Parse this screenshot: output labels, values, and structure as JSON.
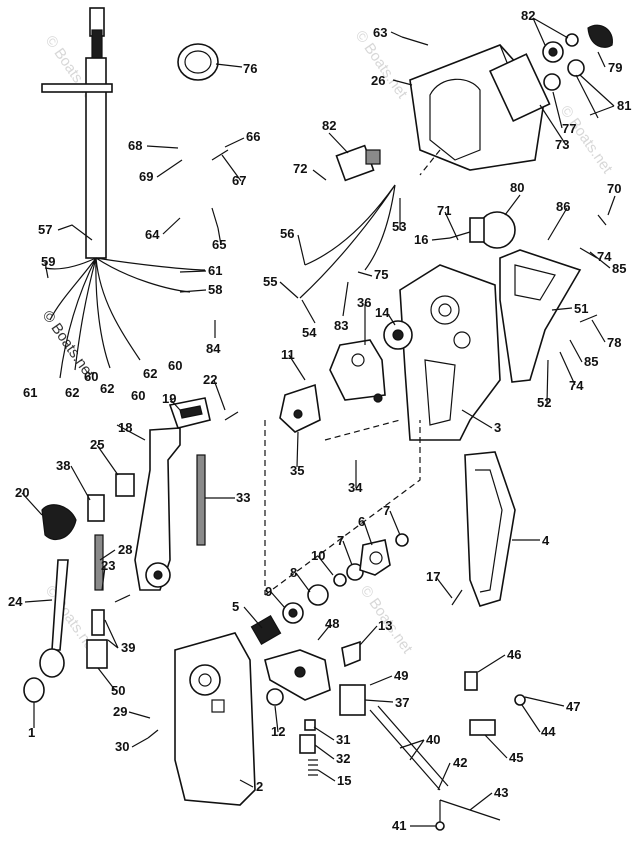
{
  "callouts": [
    {
      "id": "c1",
      "text": "1"
    },
    {
      "id": "c2",
      "text": "2"
    },
    {
      "id": "c3",
      "text": "3"
    },
    {
      "id": "c4",
      "text": "4"
    },
    {
      "id": "c5",
      "text": "5"
    },
    {
      "id": "c6",
      "text": "6"
    },
    {
      "id": "c7a",
      "text": "7"
    },
    {
      "id": "c7b",
      "text": "7"
    },
    {
      "id": "c8",
      "text": "8"
    },
    {
      "id": "c9",
      "text": "9"
    },
    {
      "id": "c10",
      "text": "10"
    },
    {
      "id": "c11",
      "text": "11"
    },
    {
      "id": "c12",
      "text": "12"
    },
    {
      "id": "c13",
      "text": "13"
    },
    {
      "id": "c14",
      "text": "14"
    },
    {
      "id": "c15",
      "text": "15"
    },
    {
      "id": "c16",
      "text": "16"
    },
    {
      "id": "c17",
      "text": "17"
    },
    {
      "id": "c18",
      "text": "18"
    },
    {
      "id": "c19",
      "text": "19"
    },
    {
      "id": "c20",
      "text": "20"
    },
    {
      "id": "c22",
      "text": "22"
    },
    {
      "id": "c23",
      "text": "23"
    },
    {
      "id": "c24",
      "text": "24"
    },
    {
      "id": "c25",
      "text": "25"
    },
    {
      "id": "c26",
      "text": "26"
    },
    {
      "id": "c28",
      "text": "28"
    },
    {
      "id": "c29",
      "text": "29"
    },
    {
      "id": "c30",
      "text": "30"
    },
    {
      "id": "c31",
      "text": "31"
    },
    {
      "id": "c32",
      "text": "32"
    },
    {
      "id": "c33",
      "text": "33"
    },
    {
      "id": "c34",
      "text": "34"
    },
    {
      "id": "c35",
      "text": "35"
    },
    {
      "id": "c36",
      "text": "36"
    },
    {
      "id": "c37",
      "text": "37"
    },
    {
      "id": "c38",
      "text": "38"
    },
    {
      "id": "c39",
      "text": "39"
    },
    {
      "id": "c40",
      "text": "40"
    },
    {
      "id": "c41",
      "text": "41"
    },
    {
      "id": "c42",
      "text": "42"
    },
    {
      "id": "c43",
      "text": "43"
    },
    {
      "id": "c44",
      "text": "44"
    },
    {
      "id": "c45",
      "text": "45"
    },
    {
      "id": "c46",
      "text": "46"
    },
    {
      "id": "c47",
      "text": "47"
    },
    {
      "id": "c48",
      "text": "48"
    },
    {
      "id": "c49",
      "text": "49"
    },
    {
      "id": "c50",
      "text": "50"
    },
    {
      "id": "c51",
      "text": "51"
    },
    {
      "id": "c52",
      "text": "52"
    },
    {
      "id": "c53",
      "text": "53"
    },
    {
      "id": "c54",
      "text": "54"
    },
    {
      "id": "c55",
      "text": "55"
    },
    {
      "id": "c56",
      "text": "56"
    },
    {
      "id": "c57",
      "text": "57"
    },
    {
      "id": "c58",
      "text": "58"
    },
    {
      "id": "c59",
      "text": "59"
    },
    {
      "id": "c60a",
      "text": "60"
    },
    {
      "id": "c60b",
      "text": "60"
    },
    {
      "id": "c60c",
      "text": "60"
    },
    {
      "id": "c61a",
      "text": "61"
    },
    {
      "id": "c61b",
      "text": "61"
    },
    {
      "id": "c62a",
      "text": "62"
    },
    {
      "id": "c62b",
      "text": "62"
    },
    {
      "id": "c62c",
      "text": "62"
    },
    {
      "id": "c63",
      "text": "63"
    },
    {
      "id": "c64",
      "text": "64"
    },
    {
      "id": "c65",
      "text": "65"
    },
    {
      "id": "c66",
      "text": "66"
    },
    {
      "id": "c67",
      "text": "67"
    },
    {
      "id": "c68",
      "text": "68"
    },
    {
      "id": "c69",
      "text": "69"
    },
    {
      "id": "c70",
      "text": "70"
    },
    {
      "id": "c71",
      "text": "71"
    },
    {
      "id": "c72",
      "text": "72"
    },
    {
      "id": "c73",
      "text": "73"
    },
    {
      "id": "c74a",
      "text": "74"
    },
    {
      "id": "c74b",
      "text": "74"
    },
    {
      "id": "c75",
      "text": "75"
    },
    {
      "id": "c76",
      "text": "76"
    },
    {
      "id": "c77",
      "text": "77"
    },
    {
      "id": "c78",
      "text": "78"
    },
    {
      "id": "c79",
      "text": "79"
    },
    {
      "id": "c80",
      "text": "80"
    },
    {
      "id": "c81",
      "text": "81"
    },
    {
      "id": "c82a",
      "text": "82"
    },
    {
      "id": "c82b",
      "text": "82"
    },
    {
      "id": "c83",
      "text": "83"
    },
    {
      "id": "c84",
      "text": "84"
    },
    {
      "id": "c85a",
      "text": "85"
    },
    {
      "id": "c85b",
      "text": "85"
    },
    {
      "id": "c86",
      "text": "86"
    }
  ],
  "watermarks": [
    "© Boats.net",
    "© Boats.net",
    "© Boats.net",
    "© Boats.net",
    "© Boats.net",
    "© Boats.net"
  ]
}
